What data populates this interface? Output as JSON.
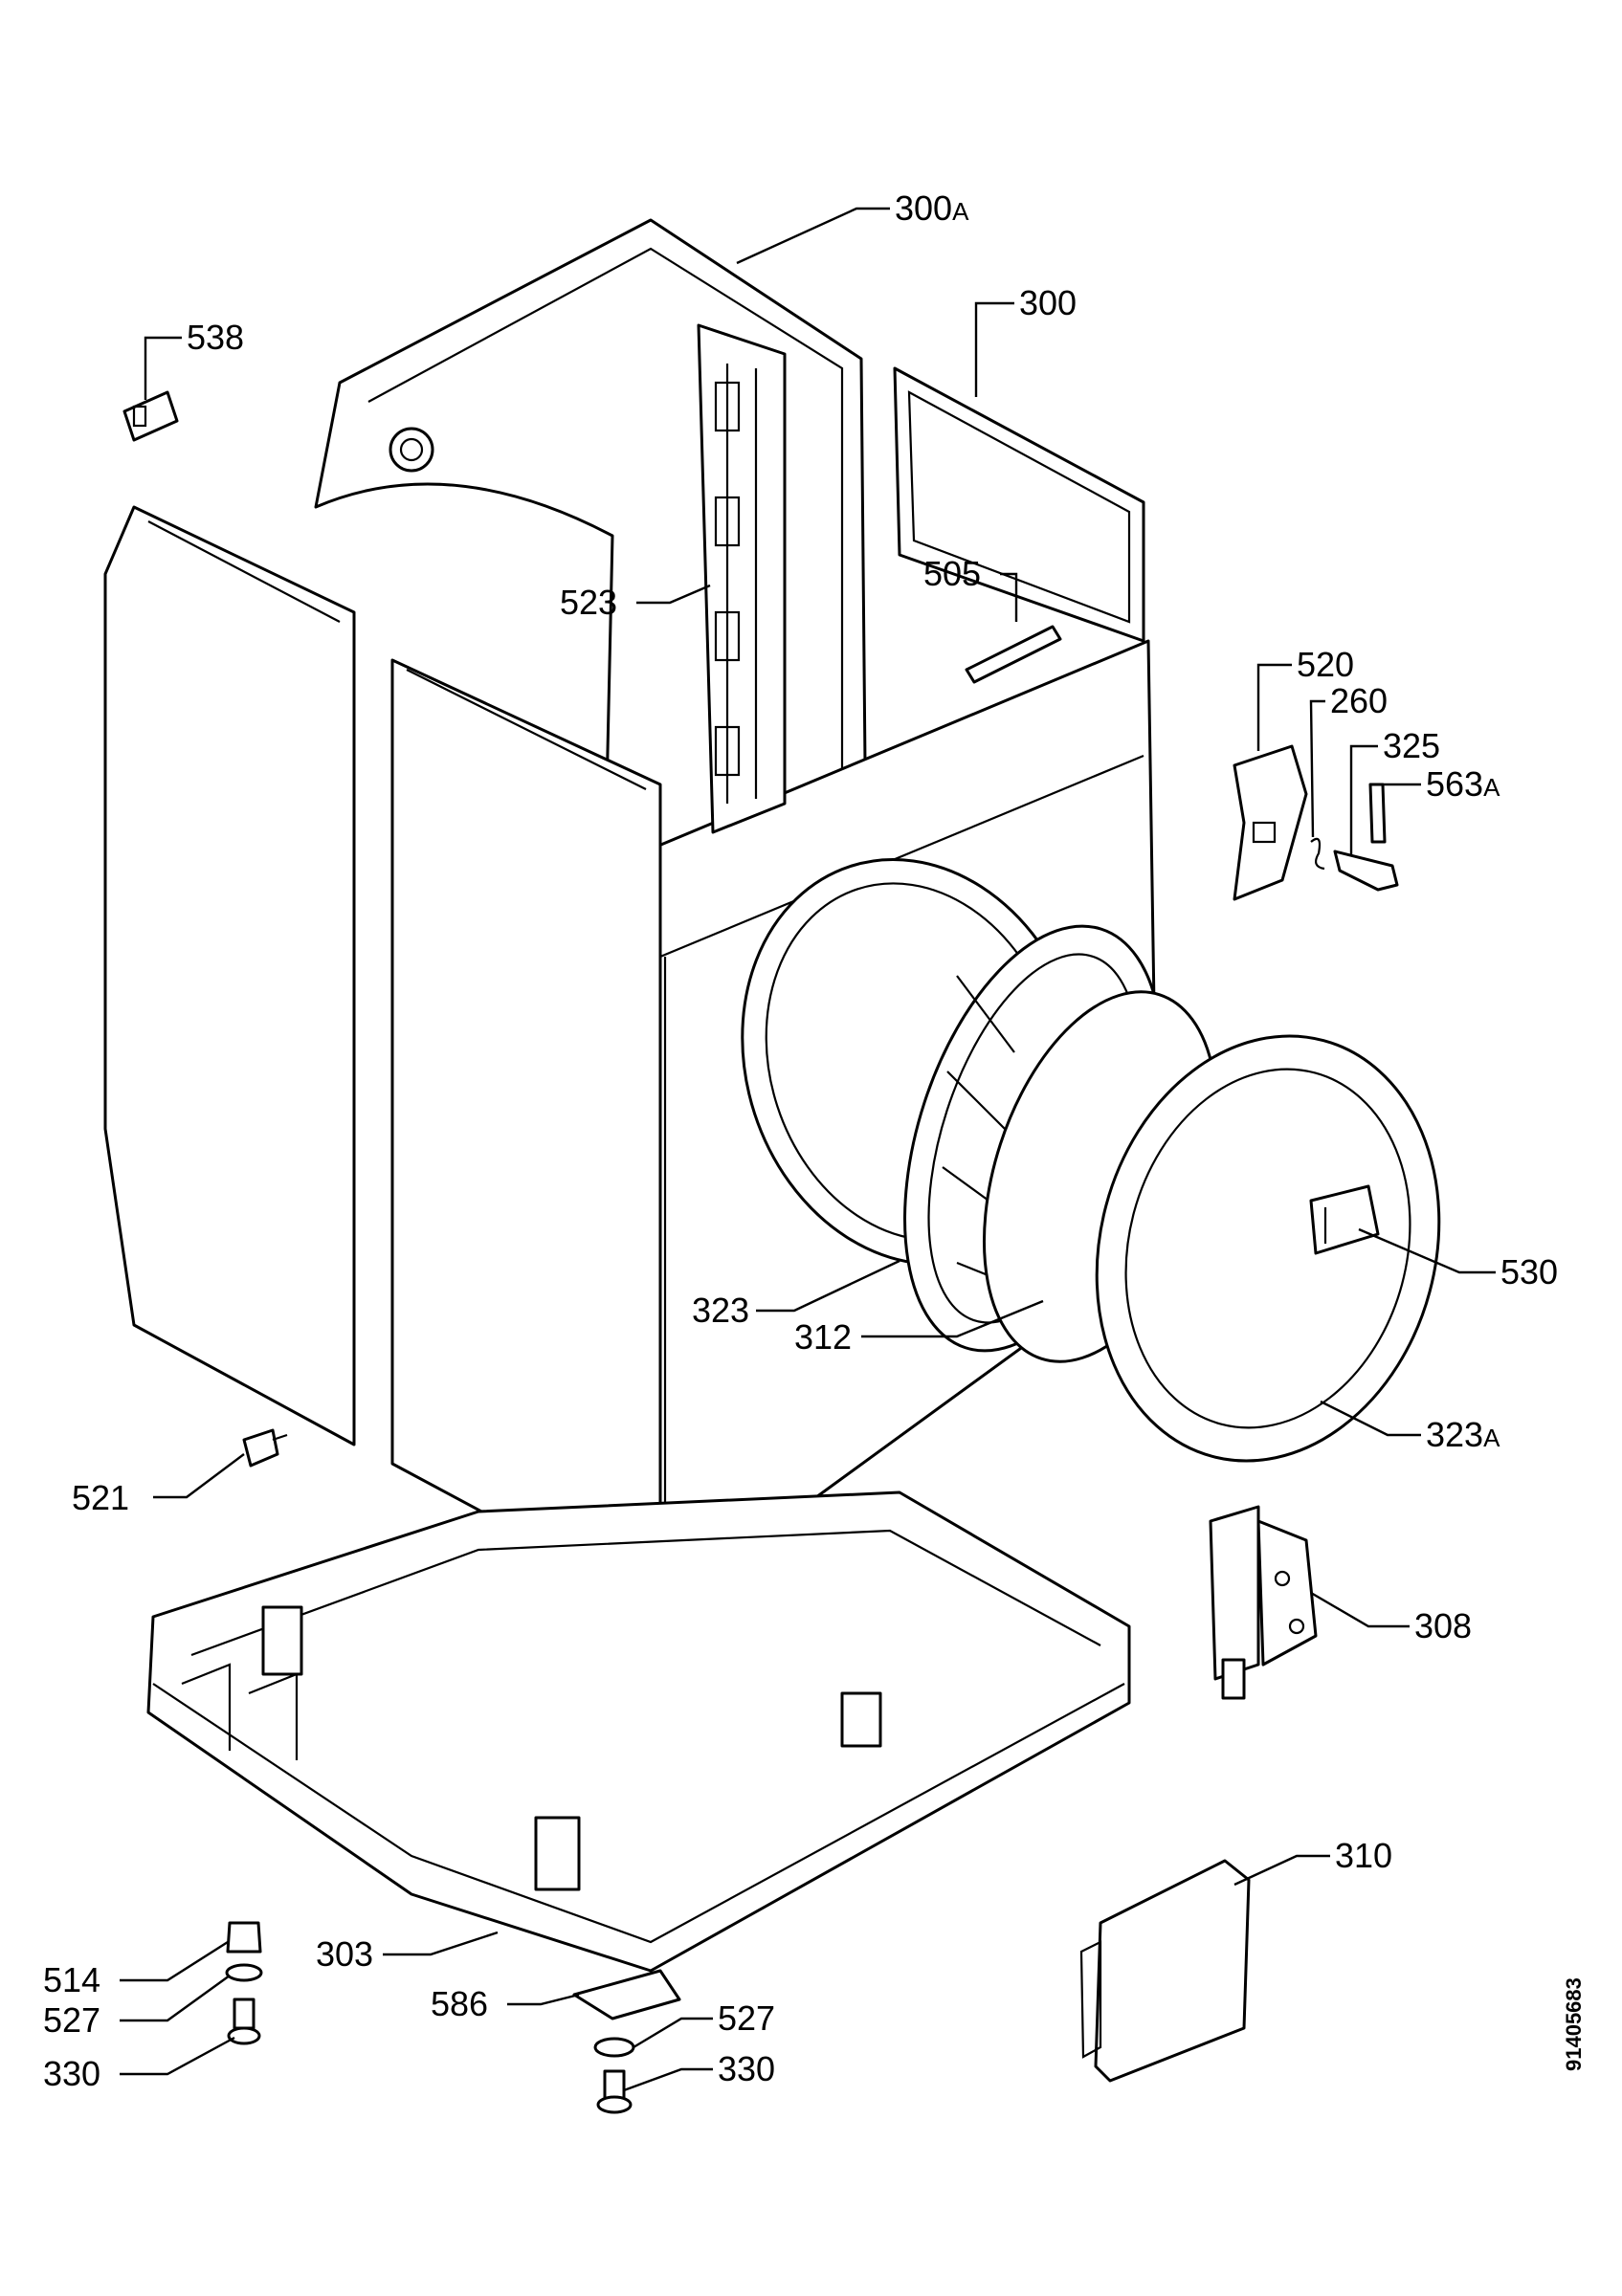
{
  "diagram": {
    "document_number": "91405683",
    "callouts": [
      {
        "id": "300a",
        "num": "300",
        "suffix": "A"
      },
      {
        "id": "300",
        "num": "300",
        "suffix": ""
      },
      {
        "id": "538",
        "num": "538",
        "suffix": ""
      },
      {
        "id": "505",
        "num": "505",
        "suffix": ""
      },
      {
        "id": "523",
        "num": "523",
        "suffix": ""
      },
      {
        "id": "520",
        "num": "520",
        "suffix": ""
      },
      {
        "id": "260",
        "num": "260",
        "suffix": ""
      },
      {
        "id": "325",
        "num": "325",
        "suffix": ""
      },
      {
        "id": "563a",
        "num": "563",
        "suffix": "A"
      },
      {
        "id": "530",
        "num": "530",
        "suffix": ""
      },
      {
        "id": "323",
        "num": "323",
        "suffix": ""
      },
      {
        "id": "312",
        "num": "312",
        "suffix": ""
      },
      {
        "id": "323a",
        "num": "323",
        "suffix": "A"
      },
      {
        "id": "521",
        "num": "521",
        "suffix": ""
      },
      {
        "id": "308",
        "num": "308",
        "suffix": ""
      },
      {
        "id": "310",
        "num": "310",
        "suffix": ""
      },
      {
        "id": "303",
        "num": "303",
        "suffix": ""
      },
      {
        "id": "514",
        "num": "514",
        "suffix": ""
      },
      {
        "id": "527-left",
        "num": "527",
        "suffix": ""
      },
      {
        "id": "330-left",
        "num": "330",
        "suffix": ""
      },
      {
        "id": "586",
        "num": "586",
        "suffix": ""
      },
      {
        "id": "527-right",
        "num": "527",
        "suffix": ""
      },
      {
        "id": "330-right",
        "num": "330",
        "suffix": ""
      }
    ]
  }
}
